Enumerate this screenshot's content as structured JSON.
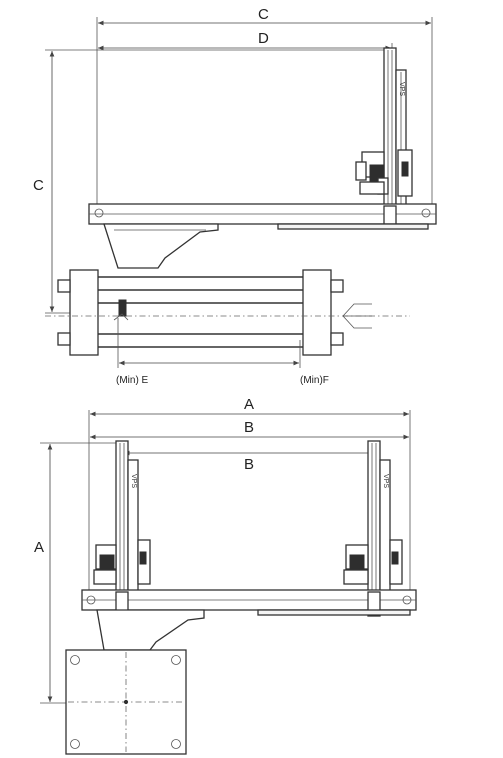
{
  "dimensions": {
    "top_width": "C",
    "top_inner_width": "D",
    "top_height": "C",
    "min_e": "(Min) E",
    "min_f": "(Min)F",
    "bottom_width": "A",
    "bottom_inner_width": "B",
    "bottom_inner_width_2": "B",
    "bottom_height": "A"
  },
  "carriage_marks": {
    "top_view": "VPS",
    "bottom_left": "VPS",
    "bottom_right": "VPS"
  }
}
